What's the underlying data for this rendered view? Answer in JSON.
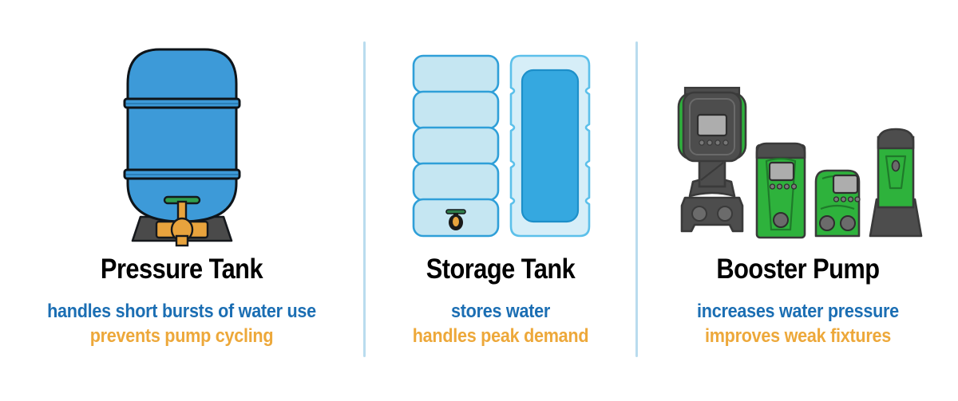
{
  "theme": {
    "background": "#ffffff",
    "divider_color": "#b9dcee",
    "title_color": "#000000",
    "primary_text_color": "#1b6eb3",
    "secondary_text_color": "#eda83a",
    "tank_blue": "#3d9ad8",
    "tank_blue_dark": "#0e1419",
    "water_blue": "#35a8e0",
    "tank_light_fill": "#c5e6f2",
    "tank_light_stroke": "#2f9fd8",
    "pump_green": "#2eb23c",
    "pump_dark_gray": "#4d4d4d",
    "base_gray": "#4a4a4a",
    "valve_gold": "#e8a33d",
    "valve_green": "#2f9e4f"
  },
  "columns": [
    {
      "id": "pressure-tank",
      "title": "Pressure Tank",
      "line_primary": "handles short bursts of water use",
      "line_secondary": "prevents pump cycling",
      "illustration": "pressure-tank-illustration",
      "parts": [
        "tank-body",
        "tank-band-upper",
        "tank-band-lower",
        "tank-base",
        "tank-valve"
      ]
    },
    {
      "id": "storage-tank",
      "title": "Storage Tank",
      "line_primary": "stores water",
      "line_secondary": "handles peak demand",
      "illustration": "storage-tank-illustration",
      "parts": [
        "empty-storage-tank",
        "empty-tank-valve",
        "full-storage-tank",
        "water-fill"
      ]
    },
    {
      "id": "booster-pump",
      "title": "Booster Pump",
      "line_primary": "increases water pressure",
      "line_secondary": "improves weak fixtures",
      "illustration": "booster-pump-illustration",
      "parts": [
        "pump-large",
        "pump-medium",
        "pump-small",
        "pump-column"
      ]
    }
  ]
}
